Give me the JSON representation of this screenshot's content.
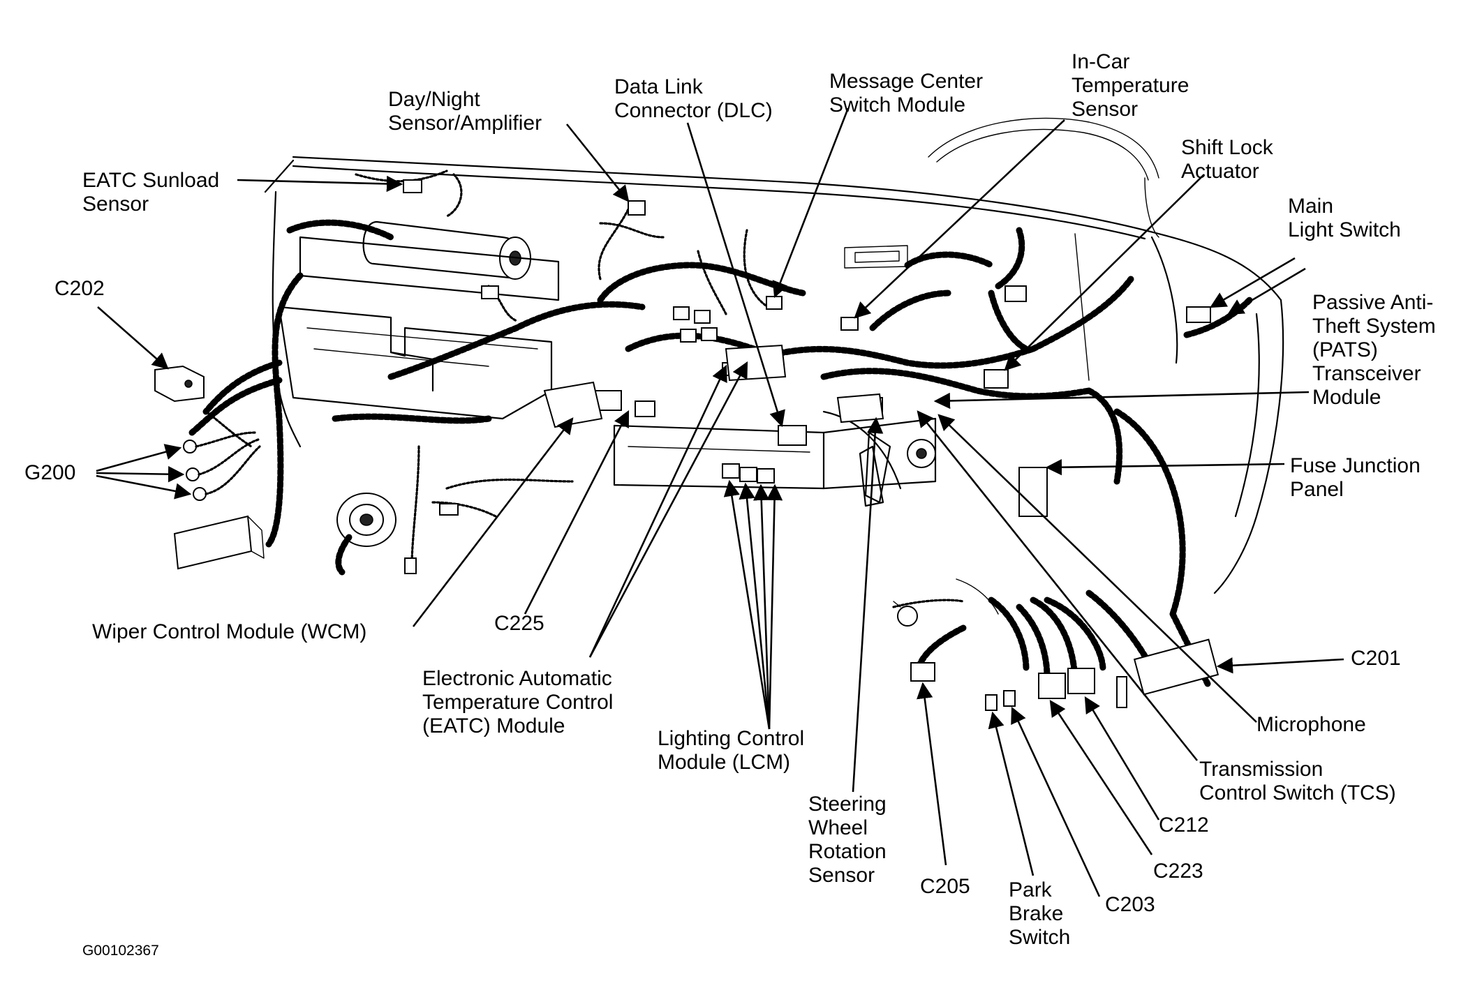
{
  "labels": {
    "eatc_sunload_sensor": "EATC Sunload\nSensor",
    "day_night_sensor": "Day/Night\nSensor/Amplifier",
    "data_link_connector": "Data Link\nConnector (DLC)",
    "message_center_switch": "Message Center\nSwitch Module",
    "in_car_temp_sensor": "In-Car\nTemperature\nSensor",
    "shift_lock_actuator": "Shift Lock\nActuator",
    "main_light_switch": "Main\nLight Switch",
    "pats_module": "Passive Anti-\nTheft System\n(PATS)\nTransceiver\nModule",
    "fuse_junction_panel": "Fuse Junction\nPanel",
    "c201": "C201",
    "microphone": "Microphone",
    "tcs": "Transmission\nControl Switch (TCS)",
    "c212": "C212",
    "c223": "C223",
    "c203": "C203",
    "park_brake_switch": "Park\nBrake\nSwitch",
    "c205": "C205",
    "steering_wheel_sensor": "Steering\nWheel\nRotation\nSensor",
    "lcm": "Lighting Control\nModule (LCM)",
    "eatc_module": "Electronic Automatic\nTemperature Control\n(EATC) Module",
    "c225": "C225",
    "wcm": "Wiper Control Module (WCM)",
    "g200": "G200",
    "c202": "C202"
  },
  "figure_code": "G00102367"
}
